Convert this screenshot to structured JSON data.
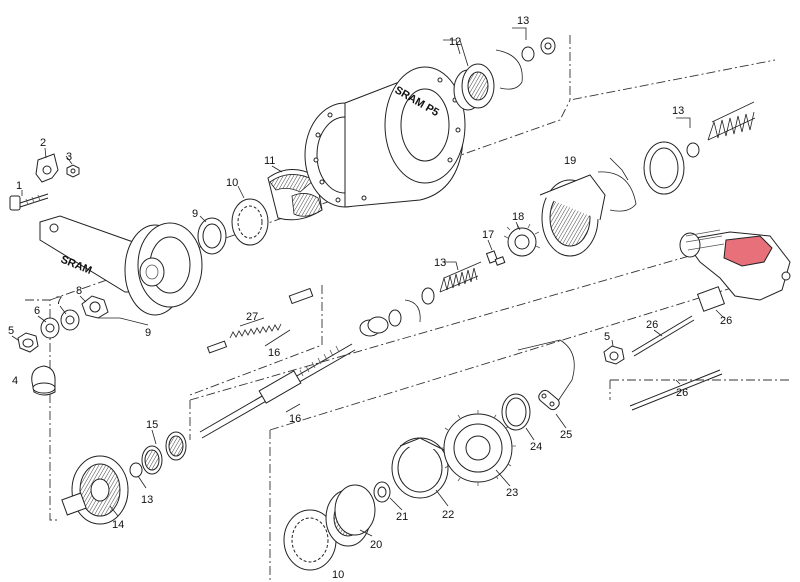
{
  "diagram": {
    "accent_color": "#e8707a",
    "hub_brand_text": "SRAM P5",
    "arm_brand_text": "SRAM",
    "labels": {
      "c1": "1",
      "c2": "2",
      "c3": "3",
      "c4": "4",
      "c5a": "5",
      "c5b": "5",
      "c6": "6",
      "c7": "7",
      "c8": "8",
      "c9a": "9",
      "c9b": "9",
      "c10a": "10",
      "c10b": "10",
      "c11": "11",
      "c12": "12",
      "c13a": "13",
      "c13b": "13",
      "c13c": "13",
      "c13d": "13",
      "c14": "14",
      "c15": "15",
      "c16a": "16",
      "c16b": "16",
      "c17": "17",
      "c18": "18",
      "c19": "19",
      "c20": "20",
      "c21": "21",
      "c22": "22",
      "c23": "23",
      "c24": "24",
      "c25": "25",
      "c26a": "26",
      "c26b": "26",
      "c26c": "26",
      "c27": "27"
    }
  }
}
